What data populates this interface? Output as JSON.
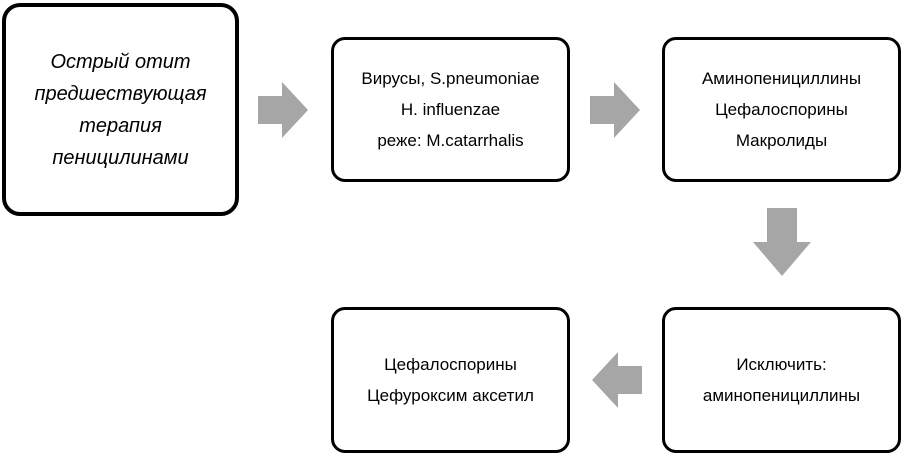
{
  "colors": {
    "box_border": "#000000",
    "box_fill": "#ffffff",
    "arrow_fill": "#a6a6a6",
    "text": "#000000"
  },
  "boxes": {
    "start": {
      "lines": [
        "Острый отит",
        "предшествующая",
        "терапия",
        "пеницилинами"
      ]
    },
    "pathogens": {
      "lines": [
        "Вирусы, S.pneumoniae",
        "H. influenzae",
        "реже: M.catarrhalis"
      ]
    },
    "antibiotics": {
      "lines": [
        "Аминопенициллины",
        "Цефалоспорины",
        "Макролиды"
      ]
    },
    "exclude": {
      "lines": [
        "Исключить:",
        "аминопенициллины"
      ]
    },
    "recommend": {
      "lines": [
        "Цефалоспорины",
        "Цефуроксим аксетил"
      ]
    }
  },
  "arrows": [
    {
      "from": "start",
      "to": "pathogens",
      "direction": "right"
    },
    {
      "from": "pathogens",
      "to": "antibiotics",
      "direction": "right"
    },
    {
      "from": "antibiotics",
      "to": "exclude",
      "direction": "down"
    },
    {
      "from": "exclude",
      "to": "recommend",
      "direction": "left"
    }
  ]
}
